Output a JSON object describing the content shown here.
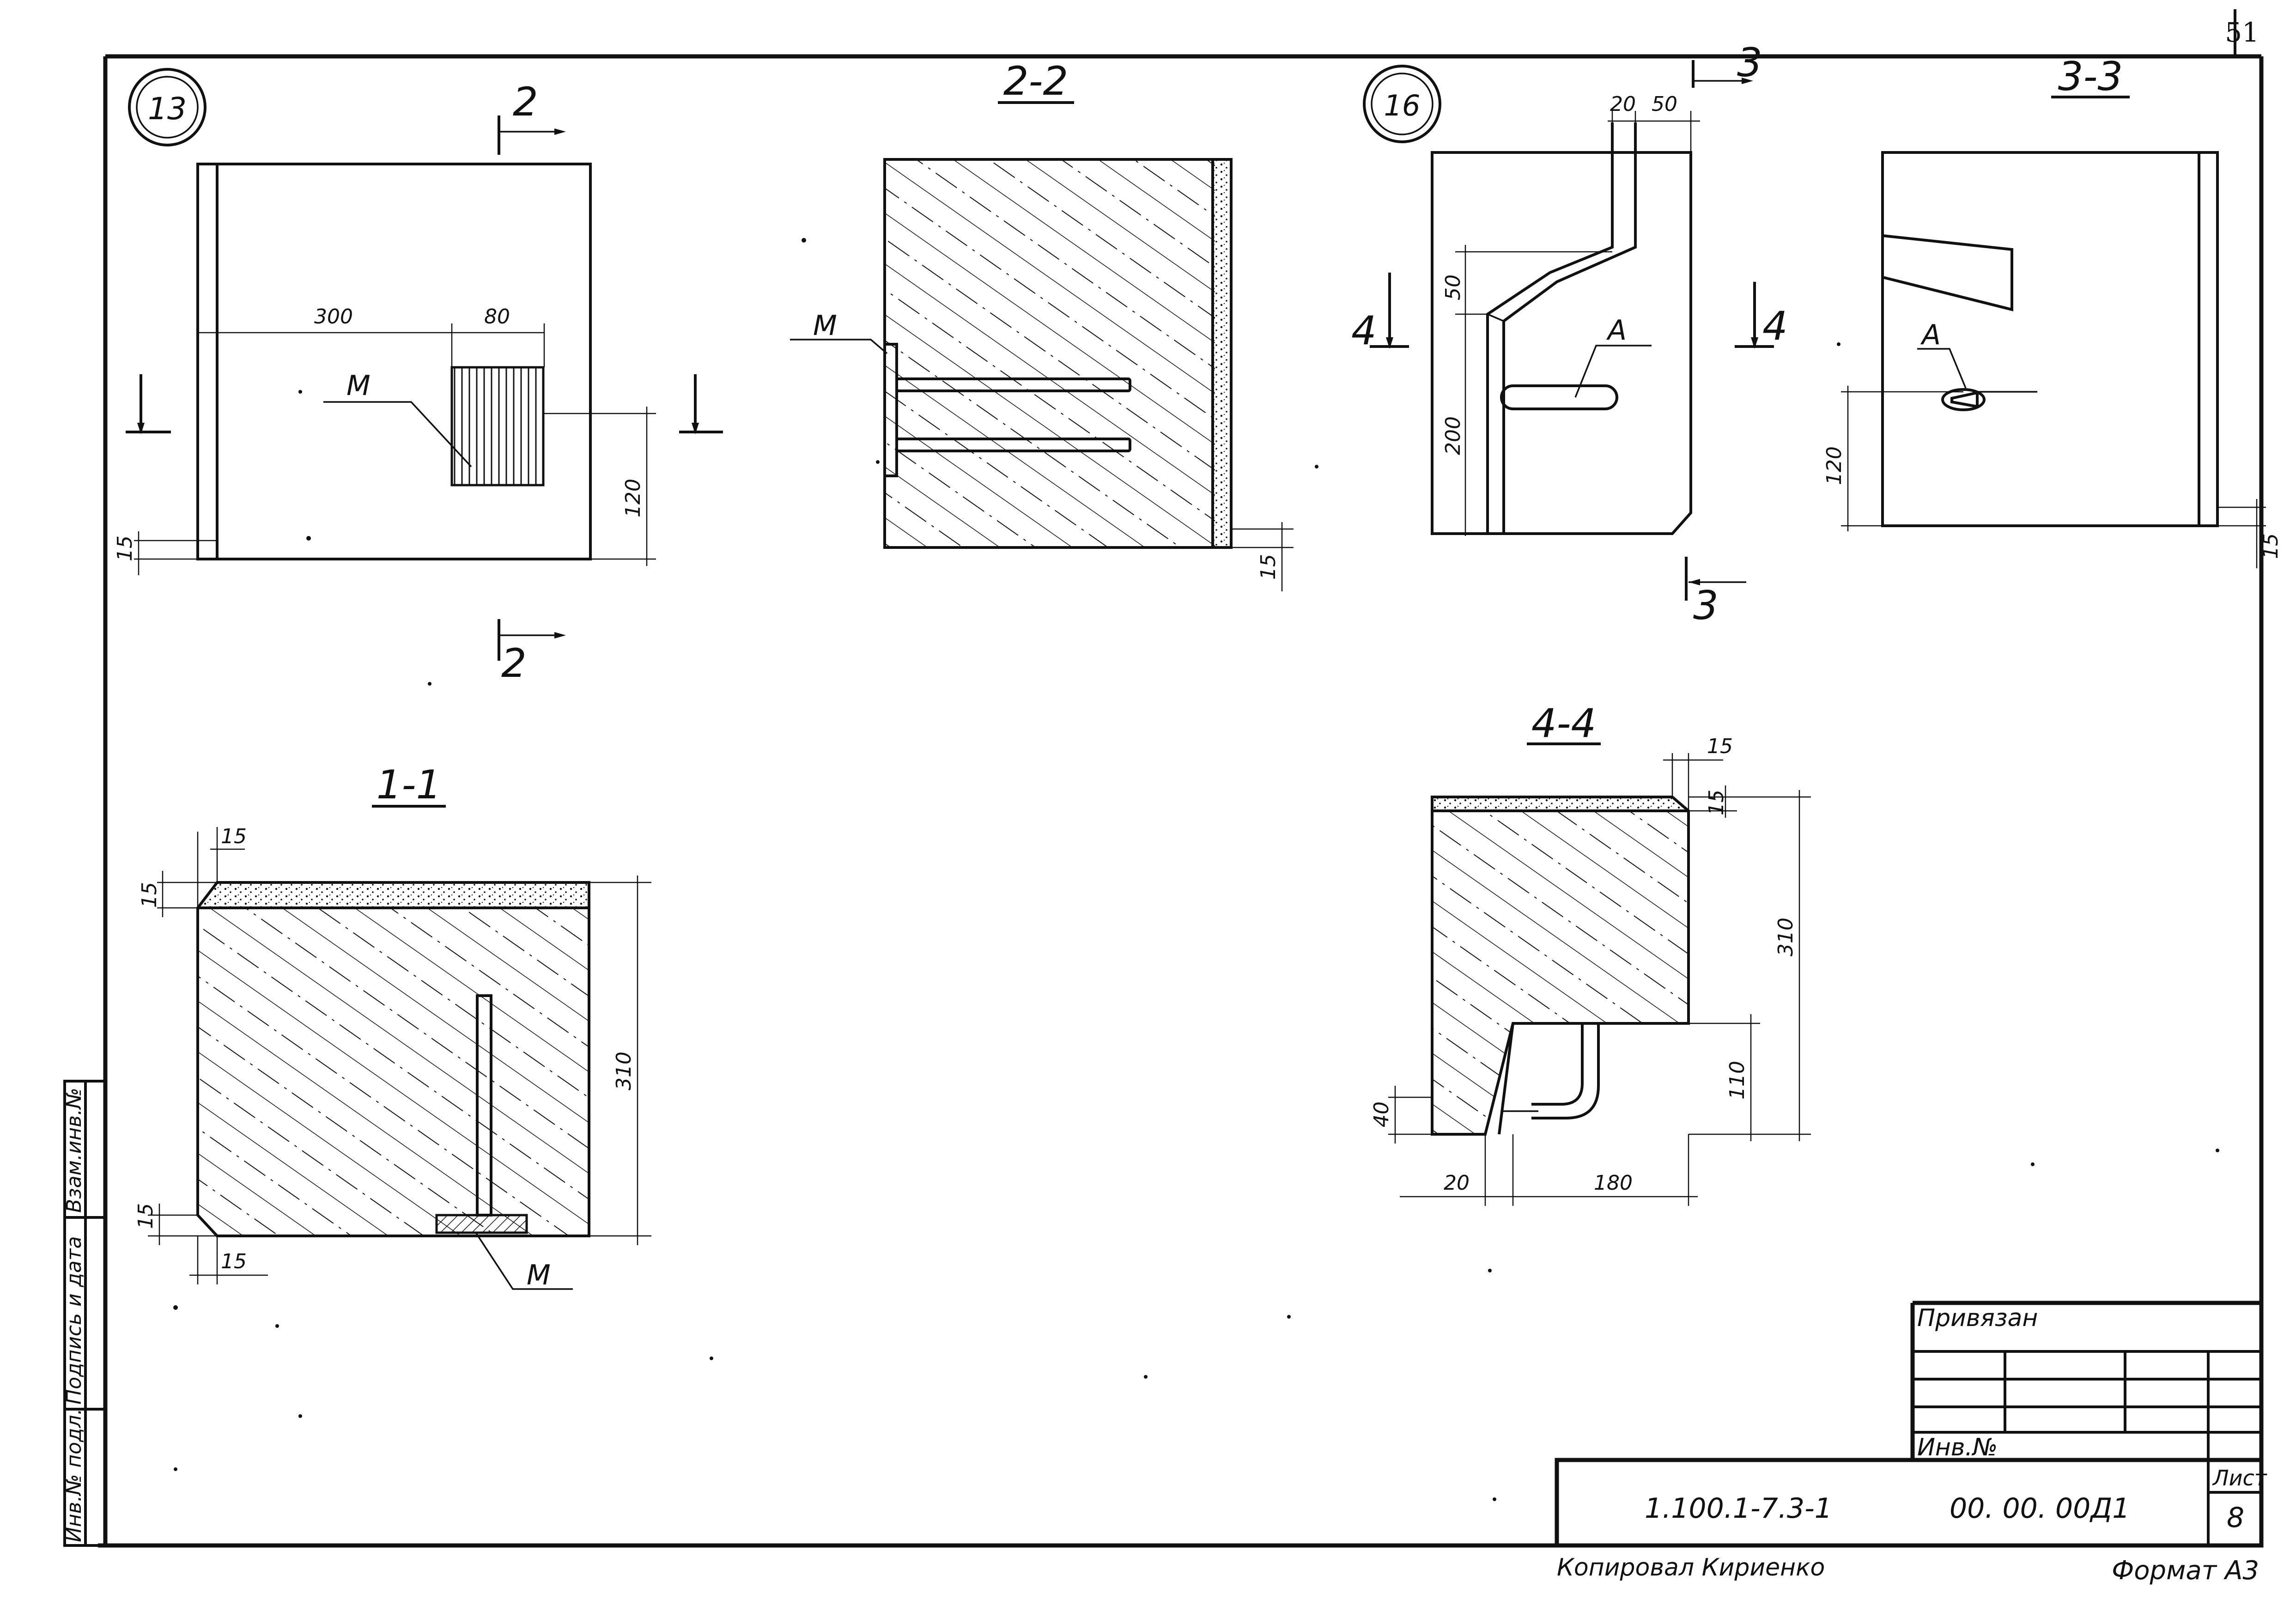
{
  "sheet": {
    "page_number": "51",
    "drawing_code": "1.100.1-7.3-1",
    "doc_number": "00. 00. 00Д1",
    "sheet_label": "Лист",
    "sheet_number": "8",
    "attached_label": "Привязан",
    "inv_label": "Инв.№",
    "copied_by": "Копировал Кириенко",
    "format_label": "Формат А3"
  },
  "side_stamp": {
    "col1": "Взам.инв.№",
    "col2": "Подпись и дата",
    "col3": "Инв.№ подл."
  },
  "views": {
    "view13": {
      "marker": "13",
      "cut2_top": "2",
      "cut2_bottom": "2",
      "label_m": "М",
      "dim_300": "300",
      "dim_80": "80",
      "dim_120": "120",
      "dim_15": "15"
    },
    "section22": {
      "title": "2-2",
      "label_m": "М",
      "dim_15": "15"
    },
    "view16": {
      "marker": "16",
      "cut3_top": "3",
      "cut3_bottom": "3",
      "cut4_left": "4",
      "cut4_right": "4",
      "dim_20": "20",
      "dim_50_top": "50",
      "dim_50_side": "50",
      "dim_200": "200",
      "label_a": "А"
    },
    "section33": {
      "title": "3-3",
      "label_a": "А",
      "dim_120": "120",
      "dim_15": "15"
    },
    "section11": {
      "title": "1-1",
      "label_m": "М",
      "dim_15_tl_h": "15",
      "dim_15_tl_v": "15",
      "dim_15_bl_v": "15",
      "dim_15_bl_h": "15",
      "dim_310": "310"
    },
    "section44": {
      "title": "4-4",
      "dim_15_top": "15",
      "dim_15_side": "15",
      "dim_310": "310",
      "dim_110": "110",
      "dim_40": "40",
      "dim_20": "20",
      "dim_180": "180"
    }
  }
}
